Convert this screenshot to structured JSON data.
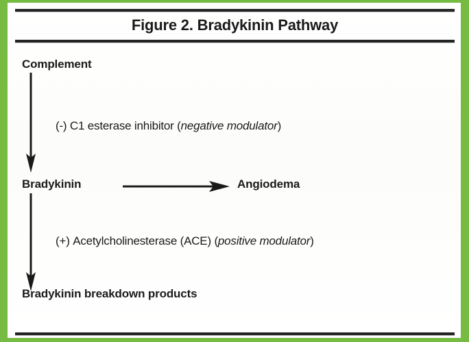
{
  "figure": {
    "title": "Figure 2. Bradykinin Pathway",
    "border_color": "#76bc43",
    "paper_color": "#fdfdfc",
    "ink_color": "#1a1a1a"
  },
  "diagram": {
    "type": "flowchart",
    "orientation": "vertical",
    "nodes": [
      {
        "id": "complement",
        "label": "Complement",
        "emphasis": "bold"
      },
      {
        "id": "bradykinin",
        "label": "Bradykinin",
        "emphasis": "bold"
      },
      {
        "id": "angiodema",
        "label": "Angiodema",
        "emphasis": "bold"
      },
      {
        "id": "breakdown",
        "label": "Bradykinin breakdown products",
        "emphasis": "bold"
      }
    ],
    "edges": [
      {
        "id": "complement-to-bradykinin",
        "from": "complement",
        "to": "bradykinin",
        "direction": "down"
      },
      {
        "id": "bradykinin-to-angiodema",
        "from": "bradykinin",
        "to": "angiodema",
        "direction": "right"
      },
      {
        "id": "bradykinin-to-breakdown",
        "from": "bradykinin",
        "to": "breakdown",
        "direction": "down"
      }
    ],
    "annotations": [
      {
        "id": "negative-modulator",
        "sign": "(-)",
        "agent": "C1 esterase inhibitor",
        "open_paren": "(",
        "modulator": "negative modulator",
        "close_paren": ")",
        "edge": "complement-to-bradykinin"
      },
      {
        "id": "positive-modulator",
        "sign": "(+)",
        "agent": "Acetylcholinesterase (ACE)",
        "open_paren": "(",
        "modulator": "positive modulator",
        "close_paren": ")",
        "edge": "bradykinin-to-breakdown"
      }
    ]
  }
}
